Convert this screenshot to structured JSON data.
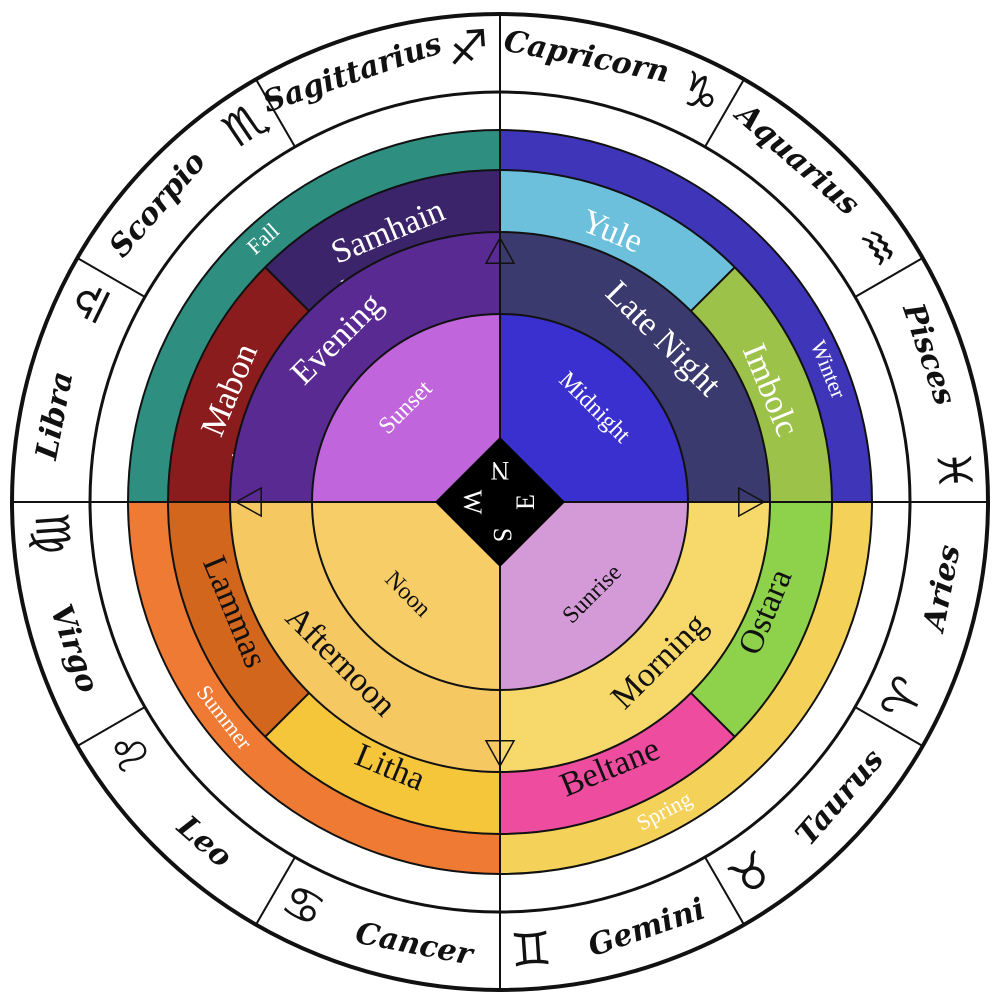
{
  "zodiac": [
    {
      "name": "Capricorn",
      "symbol": "♑"
    },
    {
      "name": "Aquarius",
      "symbol": "♒"
    },
    {
      "name": "Pisces",
      "symbol": "♓"
    },
    {
      "name": "Aries",
      "symbol": "♈"
    },
    {
      "name": "Taurus",
      "symbol": "♉"
    },
    {
      "name": "Gemini",
      "symbol": "♊"
    },
    {
      "name": "Cancer",
      "symbol": "♋"
    },
    {
      "name": "Leo",
      "symbol": "♌"
    },
    {
      "name": "Virgo",
      "symbol": "♍"
    },
    {
      "name": "Libra",
      "symbol": "♎"
    },
    {
      "name": "Scorpio",
      "symbol": "♏"
    },
    {
      "name": "Sagittarius",
      "symbol": "♐"
    }
  ],
  "sabbats": [
    {
      "name": "Yule",
      "subtitle": "Winter Solstice",
      "color": "#6cc0dc"
    },
    {
      "name": "Imbolc",
      "subtitle": "Candlemas",
      "color": "#9cc24a"
    },
    {
      "name": "Ostara",
      "subtitle": "Vernal Equinox",
      "color": "#8ed14a"
    },
    {
      "name": "Beltane",
      "subtitle": "May Day",
      "color": "#ee4c9e"
    },
    {
      "name": "Litha",
      "subtitle": "Summer Solstice",
      "color": "#f6c63a"
    },
    {
      "name": "Lammas",
      "subtitle": "First Harvest",
      "color": "#d2661d"
    },
    {
      "name": "Mabon",
      "subtitle": "Autumnal Equinox",
      "color": "#8a1c1e"
    },
    {
      "name": "Samhain",
      "subtitle": "Witches New Year",
      "color": "#3b2469"
    }
  ],
  "seasons": [
    {
      "name": "Winter",
      "color": "#3f35b8"
    },
    {
      "name": "Spring",
      "color": "#f4d25a"
    },
    {
      "name": "Summer",
      "color": "#ee7a34"
    },
    {
      "name": "Fall",
      "color": "#2e8f80"
    }
  ],
  "times_of_day": [
    {
      "name": "Late Night",
      "color": "#3b3a6e"
    },
    {
      "name": "Morning",
      "color": "#f7d86a"
    },
    {
      "name": "Afternoon",
      "color": "#f6c862"
    },
    {
      "name": "Evening",
      "color": "#5a2a93"
    }
  ],
  "inner_times": [
    {
      "name": "Midnight",
      "color": "#3a2fcf"
    },
    {
      "name": "Sunrise",
      "color": "#d49ad8"
    },
    {
      "name": "Noon",
      "color": "#f6cd66"
    },
    {
      "name": "Sunset",
      "color": "#c065dc"
    }
  ],
  "directions": {
    "north": "N",
    "east": "E",
    "south": "S",
    "west": "W"
  }
}
